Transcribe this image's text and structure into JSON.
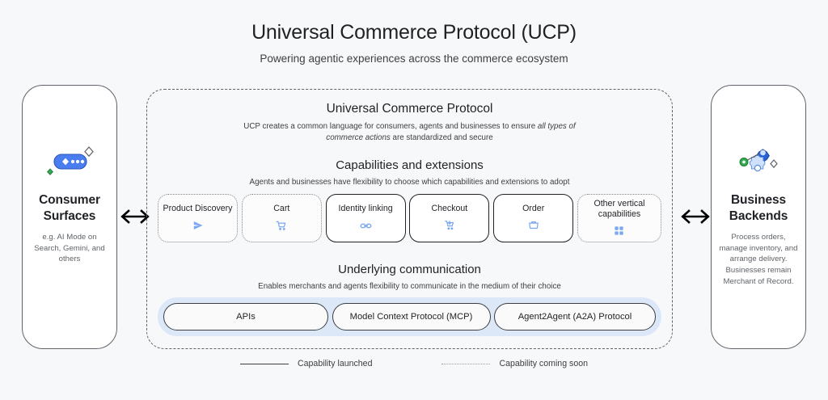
{
  "header": {
    "title": "Universal Commerce Protocol (UCP)",
    "subtitle": "Powering agentic experiences across the commerce ecosystem"
  },
  "left_panel": {
    "icon": "ai-mode-sparkle-icon",
    "title": "Consumer\nSurfaces",
    "title_line1": "Consumer",
    "title_line2": "Surfaces",
    "description": "e.g. AI Mode on Search, Gemini, and others"
  },
  "right_panel": {
    "icon": "gears-network-icon",
    "title_line1": "Business",
    "title_line2": "Backends",
    "description": "Process orders, manage inventory, and arrange delivery. Businesses remain Merchant of Record."
  },
  "arrows": {
    "left": "bidirectional-arrow-icon",
    "right": "bidirectional-arrow-icon"
  },
  "ucp": {
    "title": "Universal Commerce Protocol",
    "subtitle_part1": "UCP creates a common language for consumers, agents and businesses to ensure ",
    "subtitle_italic1": "all types of",
    "subtitle_italic2": "commerce actions",
    "subtitle_part2": " are standardized and secure"
  },
  "capabilities": {
    "title": "Capabilities and extensions",
    "subtitle": "Agents and businesses have flexibility to choose which capabilities and extensions to adopt",
    "cards": [
      {
        "label": "Product Discovery",
        "status": "soon",
        "icon": "send-paper-plane-icon"
      },
      {
        "label": "Cart",
        "status": "soon",
        "icon": "shopping-cart-icon"
      },
      {
        "label": "Identity linking",
        "status": "launched",
        "icon": "chain-link-icon"
      },
      {
        "label": "Checkout",
        "status": "launched",
        "icon": "shopping-cart-checkout-icon"
      },
      {
        "label": "Order",
        "status": "launched",
        "icon": "order-box-icon"
      },
      {
        "label": "Other vertical capabilities",
        "status": "soon",
        "icon": "grid-apps-icon"
      }
    ]
  },
  "communication": {
    "title": "Underlying communication",
    "subtitle": "Enables merchants and agents flexibility to communicate in the medium of their choice",
    "protocols": [
      {
        "label": "APIs"
      },
      {
        "label": "Model Context Protocol (MCP)"
      },
      {
        "label": "Agent2Agent (A2A) Protocol"
      }
    ]
  },
  "legend": {
    "items": [
      {
        "label": "Capability launched",
        "style": "solid"
      },
      {
        "label": "Capability coming soon",
        "style": "dotted"
      }
    ]
  },
  "colors": {
    "background": "#f7f8fa",
    "accent_blue": "#7ba7f0",
    "pill_blue": "#4a7ef0",
    "strip_blue": "#dce7f7",
    "text_primary": "#1f2125",
    "text_secondary": "#5f6368",
    "border_dark": "#5f6368"
  }
}
